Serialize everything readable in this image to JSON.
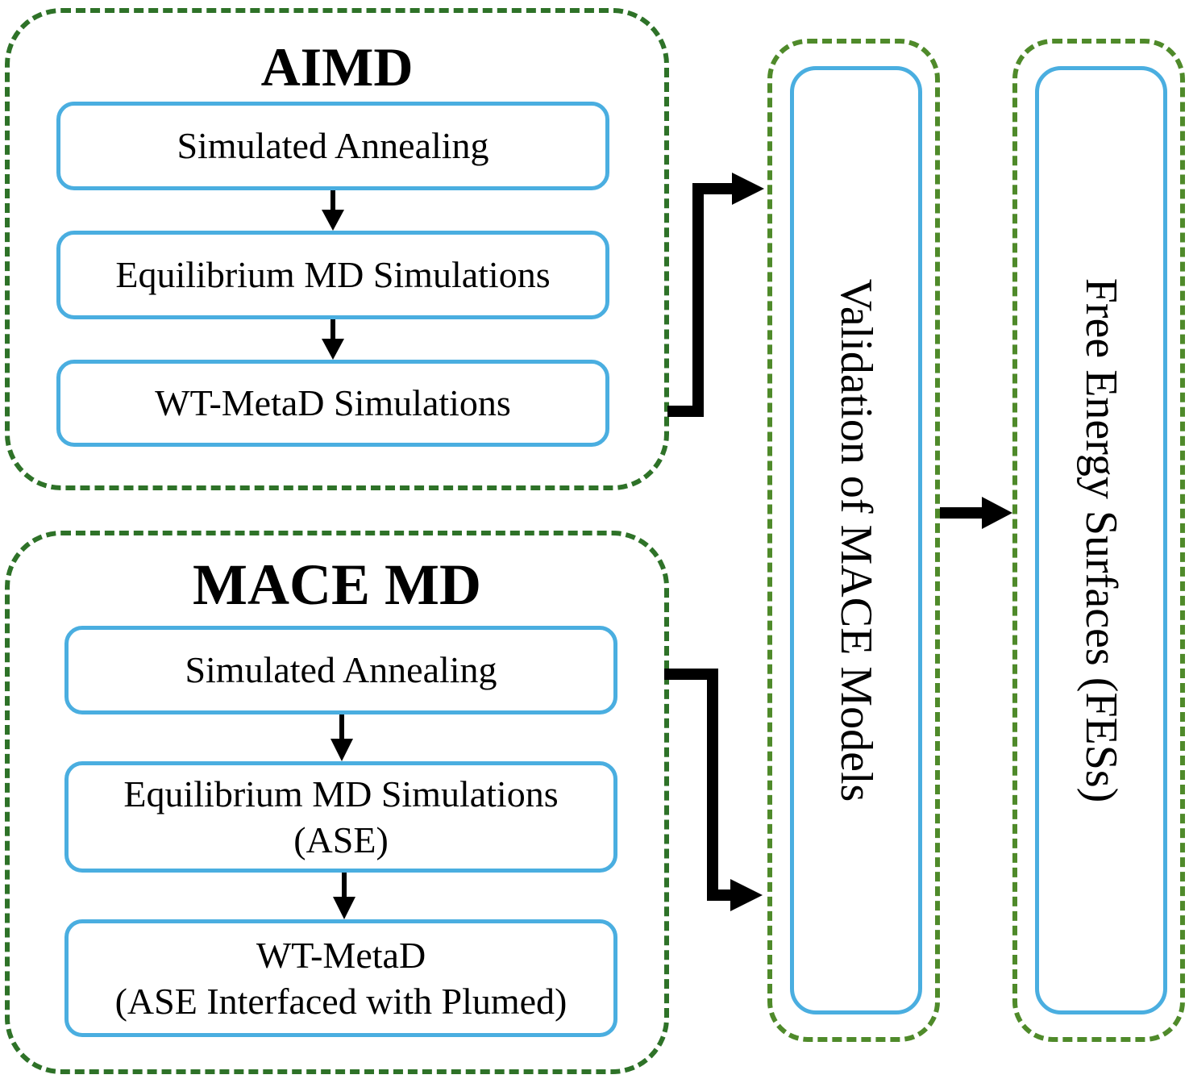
{
  "aimd": {
    "title": "AIMD",
    "steps": [
      "Simulated Annealing",
      "Equilibrium MD Simulations",
      "WT-MetaD Simulations"
    ]
  },
  "mace_md": {
    "title": "MACE MD",
    "step1": "Simulated Annealing",
    "step2_line1": "Equilibrium MD Simulations",
    "step2_line2": "(ASE)",
    "step3_line1": "WT-MetaD",
    "step3_line2": "(ASE Interfaced with Plumed)"
  },
  "validation": {
    "label": "Validation of MACE Models"
  },
  "fes": {
    "label": "Free Energy Surfaces (FESs)"
  },
  "colors": {
    "group_border": "#2e7228",
    "box_border": "#4aaee0",
    "arrow": "#000000"
  }
}
